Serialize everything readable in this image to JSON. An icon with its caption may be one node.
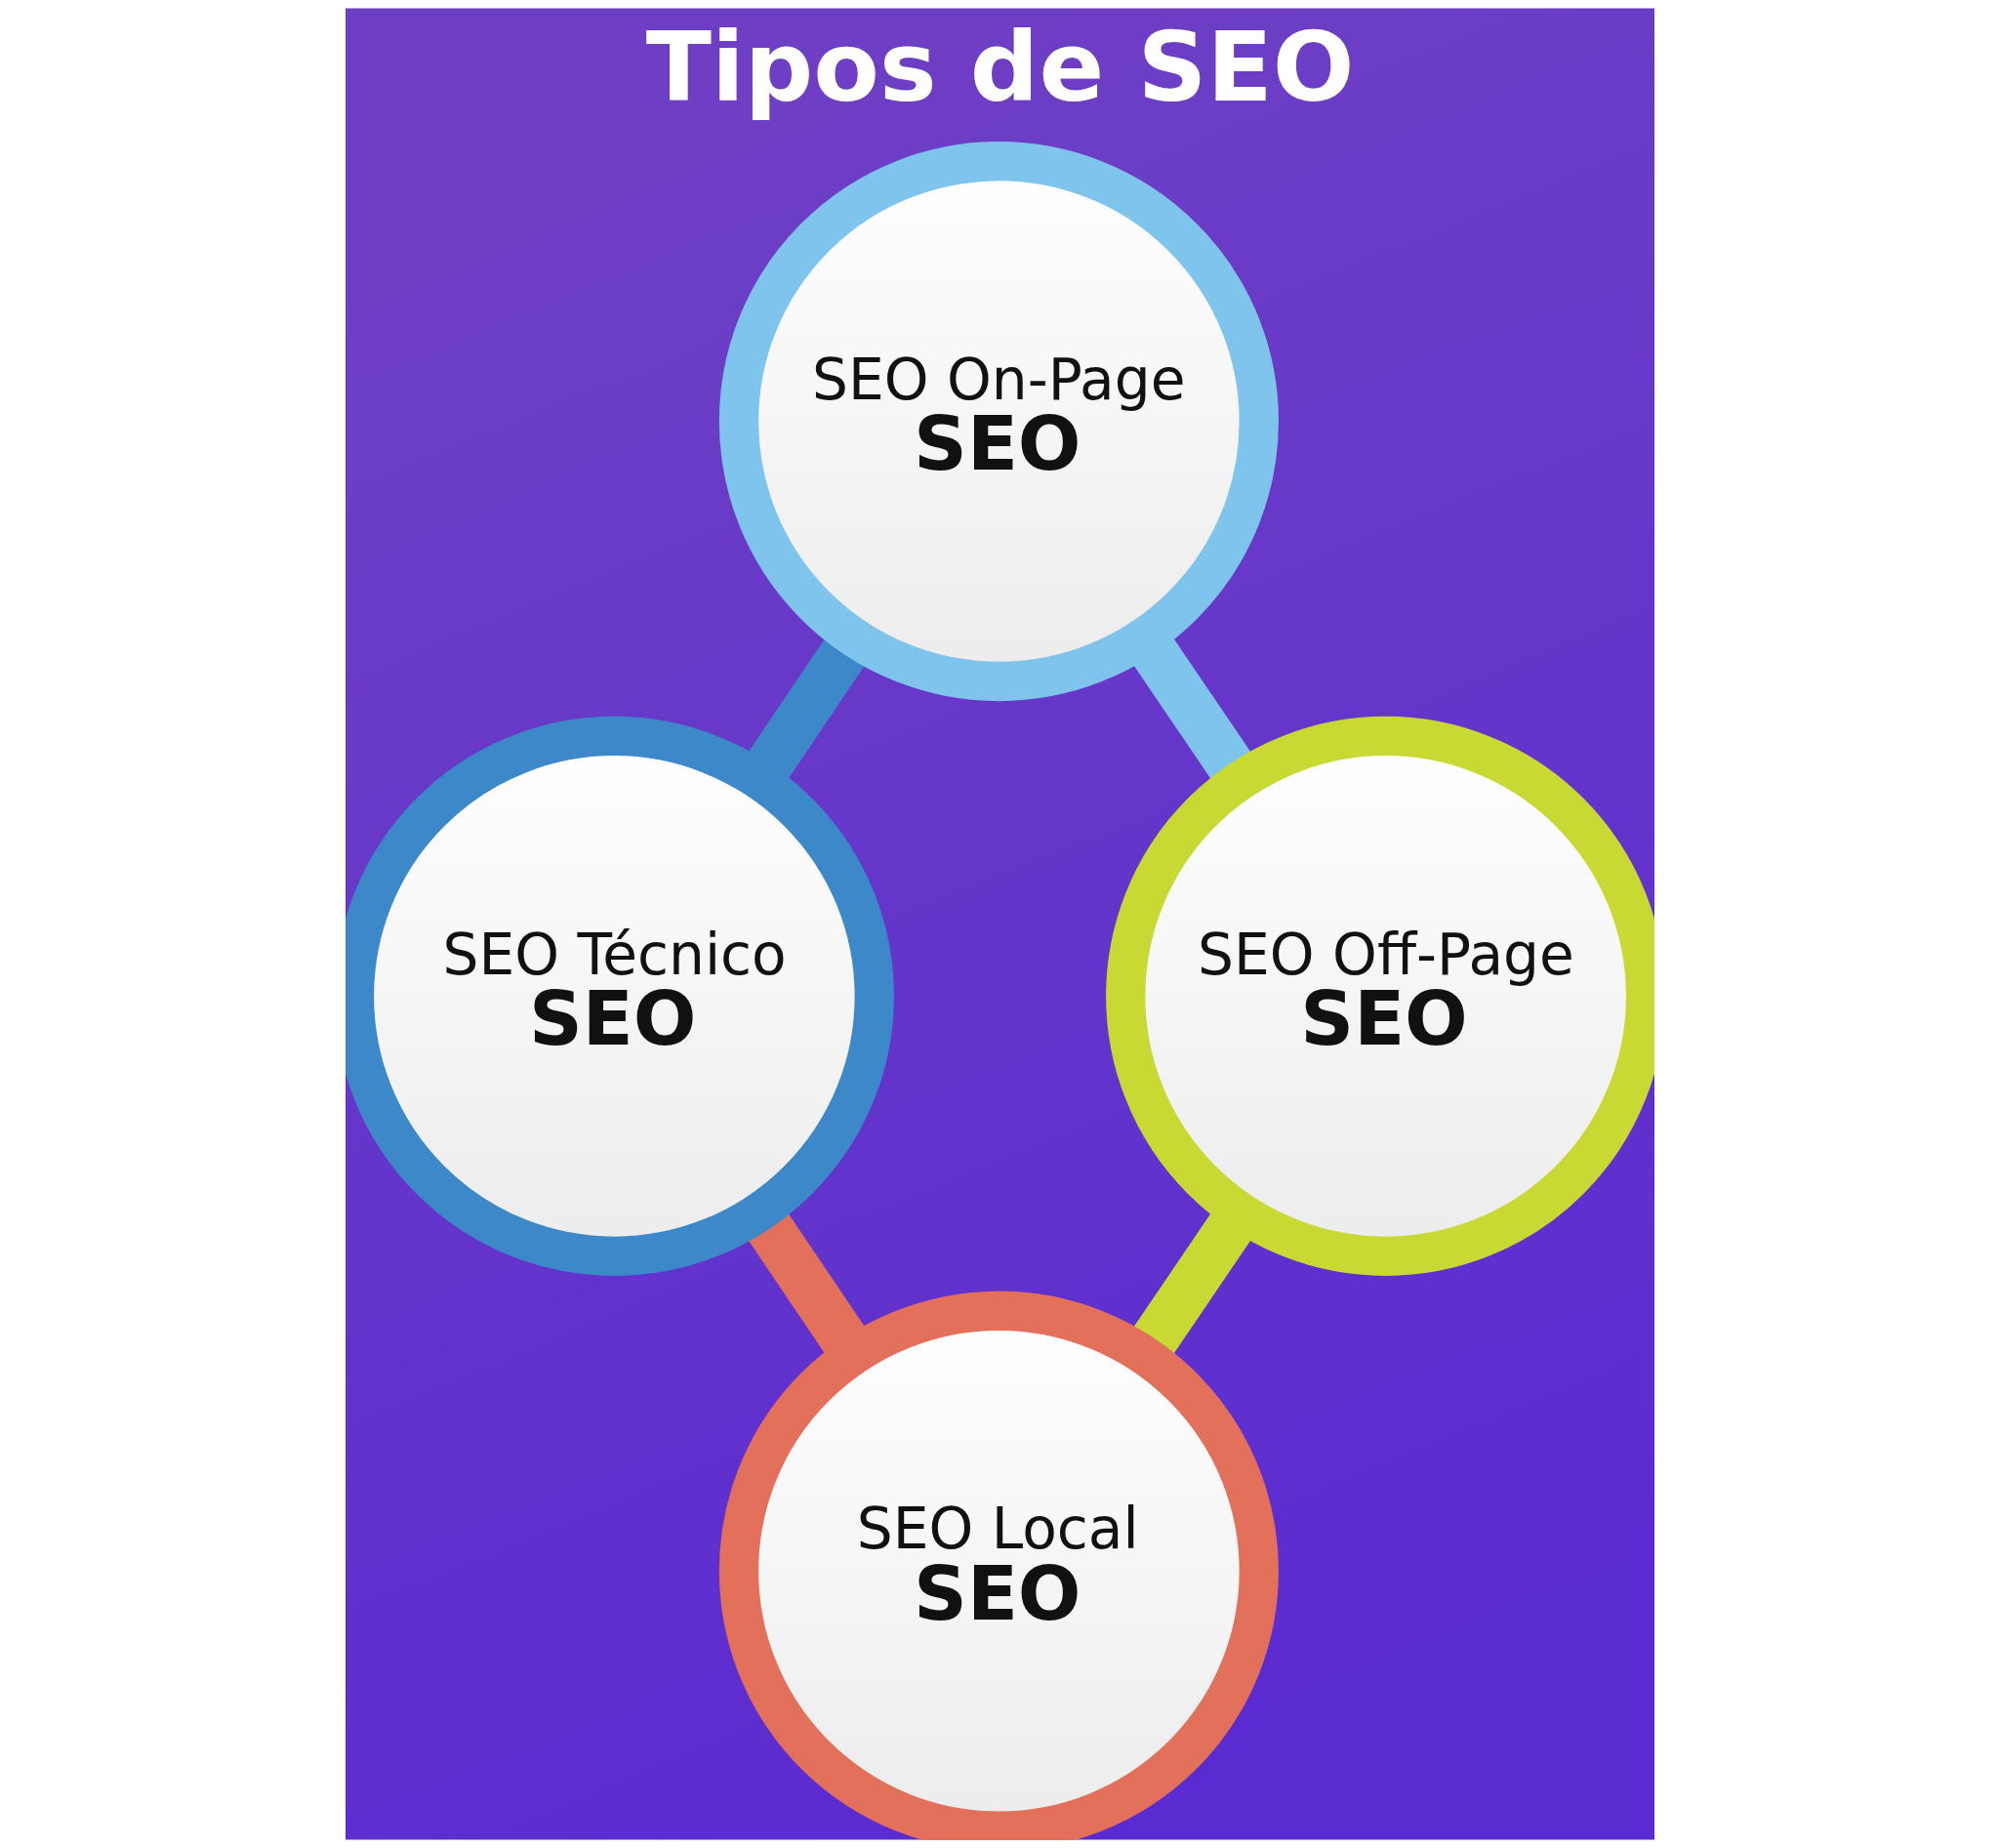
{
  "diagram": {
    "title": "Tipos de SEO",
    "nodes": [
      {
        "text": [
          "SEO On-Page",
          "SEO"
        ]
      },
      {
        "text": [
          "SEO Técnico",
          "SEO"
        ]
      },
      {
        "text": [
          "SEO Off-Page",
          "SEO"
        ]
      },
      {
        "text": [
          "SEO Local",
          "SEO"
        ]
      }
    ],
    "edges": [
      {
        "from": 0,
        "to": 1,
        "arrow": "none",
        "color": "#3c88c9"
      },
      {
        "from": 0,
        "to": 2,
        "arrow": "none",
        "color": "#7ec4ec"
      },
      {
        "from": 1,
        "to": 3,
        "arrow": "none",
        "color": "#e2705a"
      },
      {
        "from": 2,
        "to": 3,
        "arrow": "none",
        "color": "#c9d934"
      }
    ]
  }
}
